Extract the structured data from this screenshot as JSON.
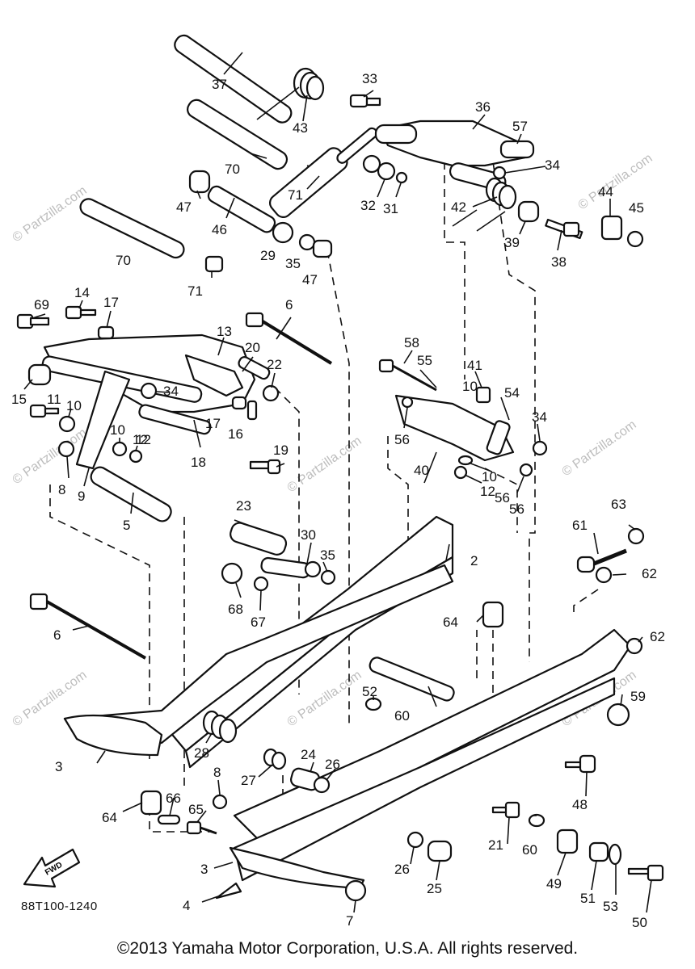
{
  "diagram": {
    "code": "88T100-1240",
    "fwd_label": "FWD",
    "copyright": "©2013 Yamaha Motor Corporation, U.S.A. All rights reserved.",
    "watermark": "© Partzilla.com",
    "callouts": [
      "37",
      "43",
      "33",
      "36",
      "57",
      "70",
      "34",
      "71",
      "47",
      "46",
      "32",
      "31",
      "42",
      "44",
      "45",
      "29",
      "35",
      "39",
      "38",
      "6",
      "69",
      "14",
      "17",
      "13",
      "20",
      "22",
      "58",
      "55",
      "41",
      "54",
      "15",
      "11",
      "10",
      "12",
      "18",
      "16",
      "19",
      "9",
      "8",
      "5",
      "56",
      "40",
      "23",
      "30",
      "2",
      "61",
      "63",
      "62",
      "64",
      "68",
      "67",
      "60",
      "52",
      "59",
      "28",
      "3",
      "24",
      "26",
      "27",
      "48",
      "66",
      "65",
      "4",
      "21",
      "25",
      "7",
      "49",
      "51",
      "53",
      "50"
    ]
  }
}
